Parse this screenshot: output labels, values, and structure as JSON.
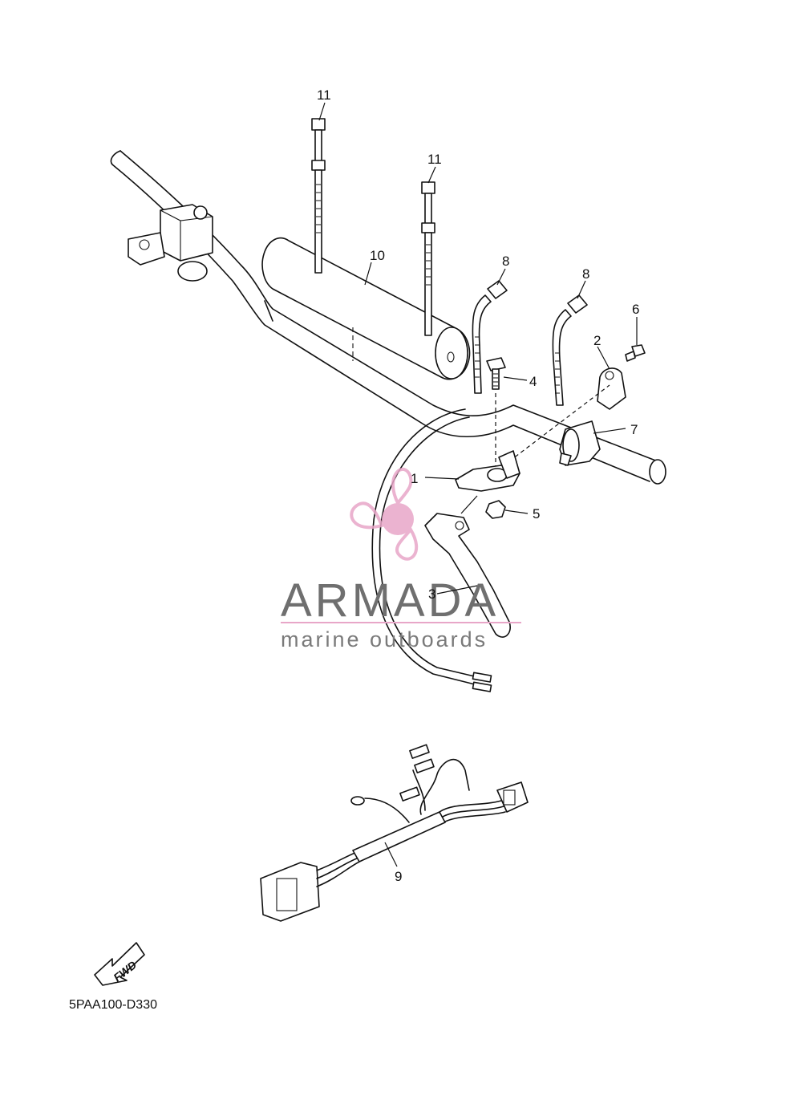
{
  "callouts": {
    "c1": "1",
    "c2": "2",
    "c3": "3",
    "c4": "4",
    "c5": "5",
    "c6": "6",
    "c7": "7",
    "c8a": "8",
    "c8b": "8",
    "c9": "9",
    "c10": "10",
    "c11a": "11",
    "c11b": "11"
  },
  "watermark": {
    "brand": "ARMADA",
    "tagline": "marine outboards",
    "logo_color": "#e8a6c8"
  },
  "direction_arrow": {
    "label": "FWD"
  },
  "reference_code": "5PAA100-D330"
}
